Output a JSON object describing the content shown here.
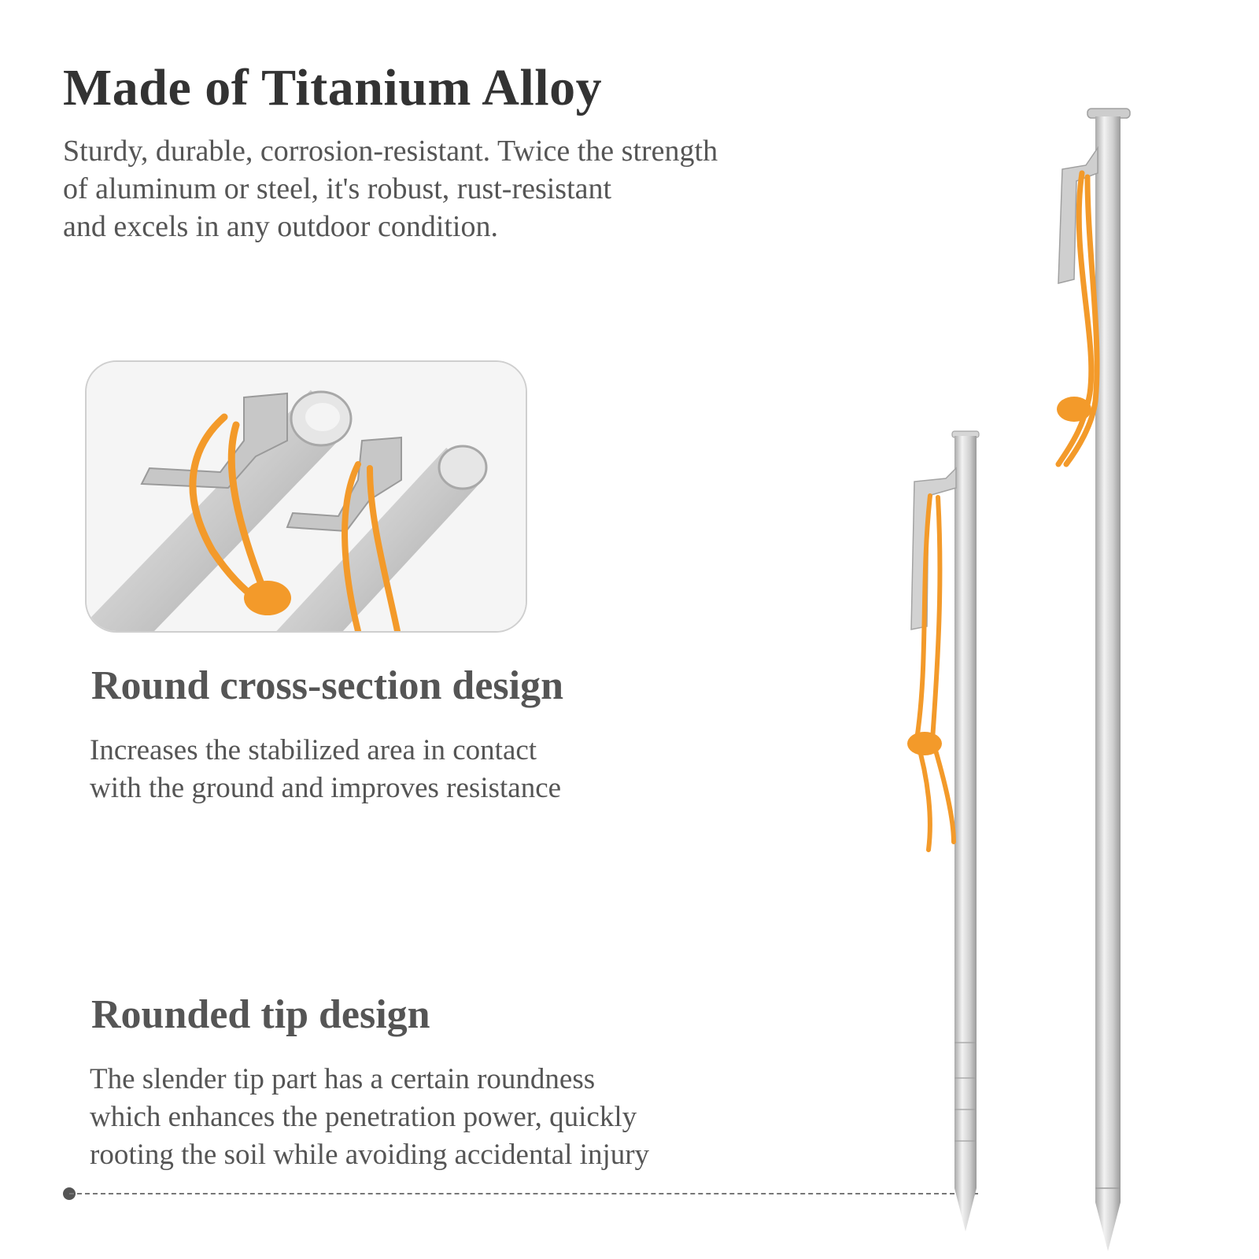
{
  "header": {
    "title": "Made of Titanium Alloy",
    "intro_lines": [
      "Sturdy, durable, corrosion-resistant. Twice the strength",
      "of aluminum or steel, it's robust, rust-resistant",
      "and excels in any outdoor condition."
    ]
  },
  "features": [
    {
      "title": "Round cross-section design",
      "lines": [
        "Increases the stabilized area in contact",
        "with the ground and improves resistance"
      ]
    },
    {
      "title": "Rounded tip design",
      "lines": [
        "The slender tip part has a certain roundness",
        "which enhances the penetration power, quickly",
        "rooting the soil while avoiding accidental injury"
      ]
    }
  ],
  "colors": {
    "cord": "#f39a2a",
    "metal": "#d4d4d4",
    "text": "#555555",
    "title": "#333333"
  }
}
